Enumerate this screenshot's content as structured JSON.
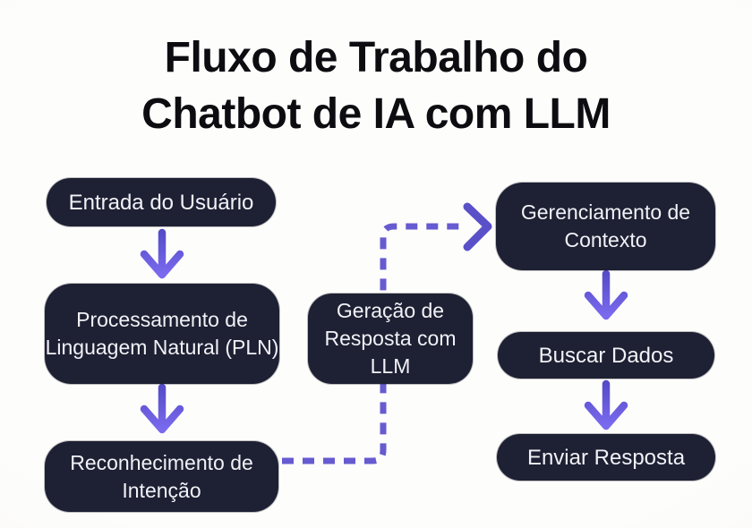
{
  "title": {
    "line1": "Fluxo de Trabalho do",
    "line2": "Chatbot de IA com LLM"
  },
  "diagram": {
    "nodes": [
      {
        "id": "entrada",
        "label": "Entrada do Usuário"
      },
      {
        "id": "pln",
        "label": "Processamento de Linguagem Natural (PLN)"
      },
      {
        "id": "intencao",
        "label": "Reconhecimento de Intenção"
      },
      {
        "id": "geracao",
        "label": "Geração de Resposta com LLM"
      },
      {
        "id": "contexto",
        "label": "Gerenciamento de Contexto"
      },
      {
        "id": "buscar",
        "label": "Buscar Dados"
      },
      {
        "id": "enviar",
        "label": "Enviar Resposta"
      }
    ],
    "edges": [
      {
        "from": "entrada",
        "to": "pln",
        "style": "solid-arrow-down"
      },
      {
        "from": "pln",
        "to": "intencao",
        "style": "solid-arrow-down"
      },
      {
        "from": "intencao",
        "to": "geracao",
        "style": "dashed-elbow"
      },
      {
        "from": "geracao",
        "to": "contexto",
        "style": "dashed-elbow-arrow"
      },
      {
        "from": "contexto",
        "to": "buscar",
        "style": "solid-arrow-down"
      },
      {
        "from": "buscar",
        "to": "enviar",
        "style": "solid-arrow-down"
      }
    ],
    "colors": {
      "background": "#fbfbf9",
      "node_fill": "#1e2033",
      "node_text": "#f1f2f7",
      "title_text": "#0d0d11",
      "arrow_gradient_start": "#564cc8",
      "arrow_gradient_end": "#7a6aee",
      "dashed_connector": "#665bd0"
    }
  }
}
